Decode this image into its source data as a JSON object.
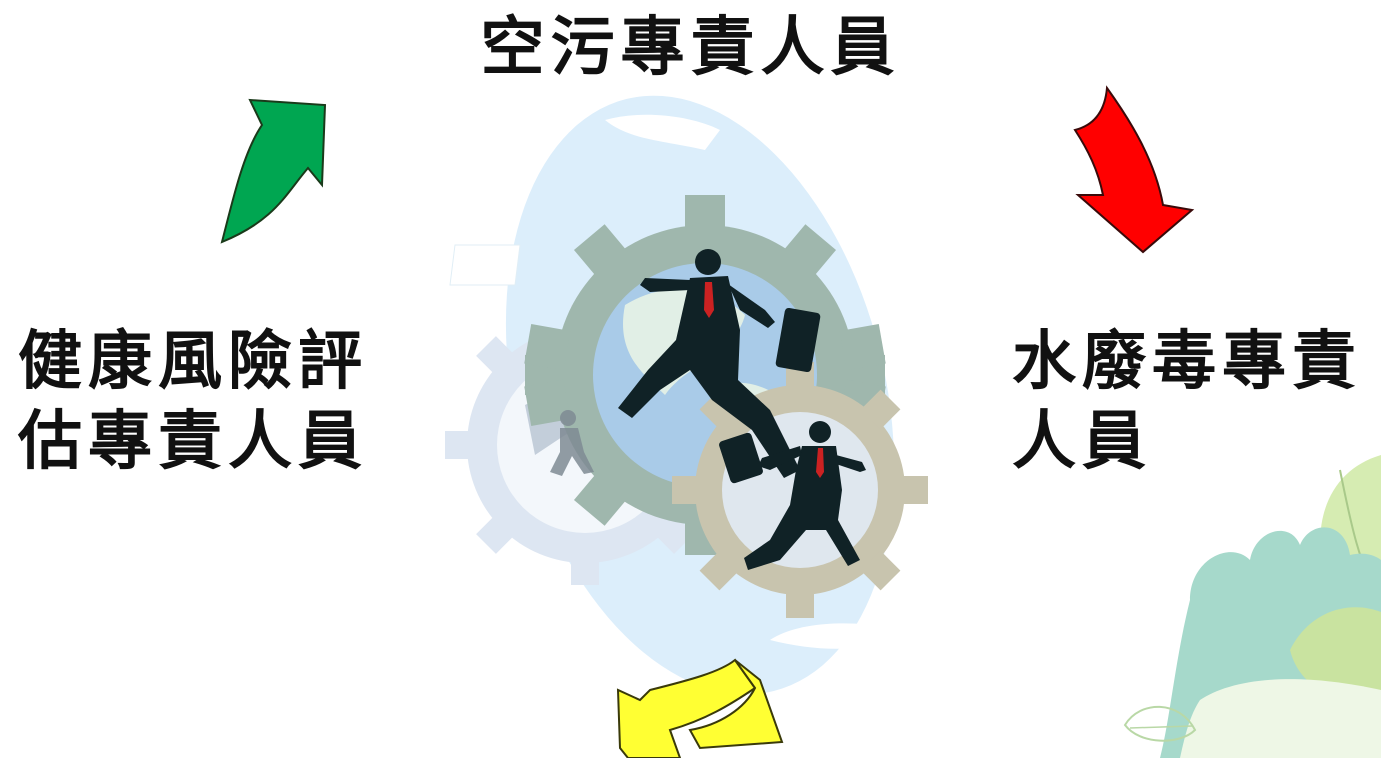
{
  "diagram": {
    "roles": {
      "top": "空污專責人員",
      "left": "健康風險評\n估專責人員",
      "right": "水廢毒專責\n人員"
    },
    "arrows": [
      {
        "name": "green-arrow",
        "color": "#00a651",
        "direction": "up-right"
      },
      {
        "name": "red-arrow",
        "color": "#ff0000",
        "direction": "down"
      },
      {
        "name": "yellow-arrow",
        "color": "#ffff33",
        "direction": "left"
      }
    ],
    "center_graphic": {
      "icon": "businessmen-running-in-gears-icon",
      "colors": {
        "backdrop": "#dceefb",
        "gear_main": "#9fb7ad",
        "gear_back": "#dde6f2",
        "gear_small": "#c8c4ae",
        "globe": "#a9cbe8",
        "suit": "#102226",
        "tie": "#cc2222"
      }
    },
    "decoration": {
      "icon": "leaf-corner-icon",
      "colors": {
        "leaf_light": "#d6ecb2",
        "leaf_mid": "#c9e3a0",
        "blob": "#a6d9cb"
      }
    }
  }
}
